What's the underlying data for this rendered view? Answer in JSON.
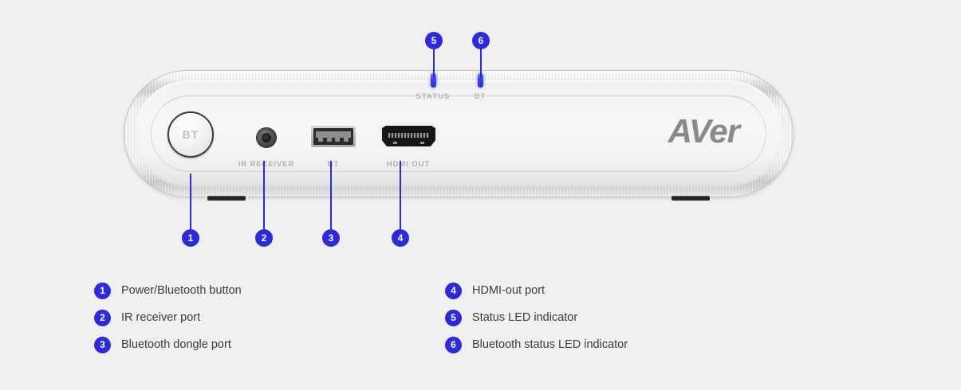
{
  "background_color": "#f0f0f0",
  "accent_color": "#2b2bdd",
  "device": {
    "brand_logo": "AVer",
    "button": {
      "label": "BT",
      "name": "power-bluetooth-button"
    },
    "port_labels": {
      "ir": "IR RECEIVER",
      "bt": "BT",
      "hdmi": "HDMI OUT"
    },
    "led_labels": {
      "status": "STATUS",
      "bt": "BT"
    }
  },
  "callouts": [
    {
      "number": "1",
      "target": "power-bluetooth-button"
    },
    {
      "number": "2",
      "target": "ir-receiver-port"
    },
    {
      "number": "3",
      "target": "bluetooth-dongle-port"
    },
    {
      "number": "4",
      "target": "hdmi-out-port"
    },
    {
      "number": "5",
      "target": "status-led-indicator"
    },
    {
      "number": "6",
      "target": "bluetooth-status-led-indicator"
    }
  ],
  "legend": {
    "left": [
      {
        "number": "1",
        "text": "Power/Bluetooth button"
      },
      {
        "number": "2",
        "text": "IR receiver port"
      },
      {
        "number": "3",
        "text": "Bluetooth dongle port"
      }
    ],
    "right": [
      {
        "number": "4",
        "text": "HDMI-out port"
      },
      {
        "number": "5",
        "text": "Status LED indicator"
      },
      {
        "number": "6",
        "text": "Bluetooth status LED indicator"
      }
    ]
  }
}
